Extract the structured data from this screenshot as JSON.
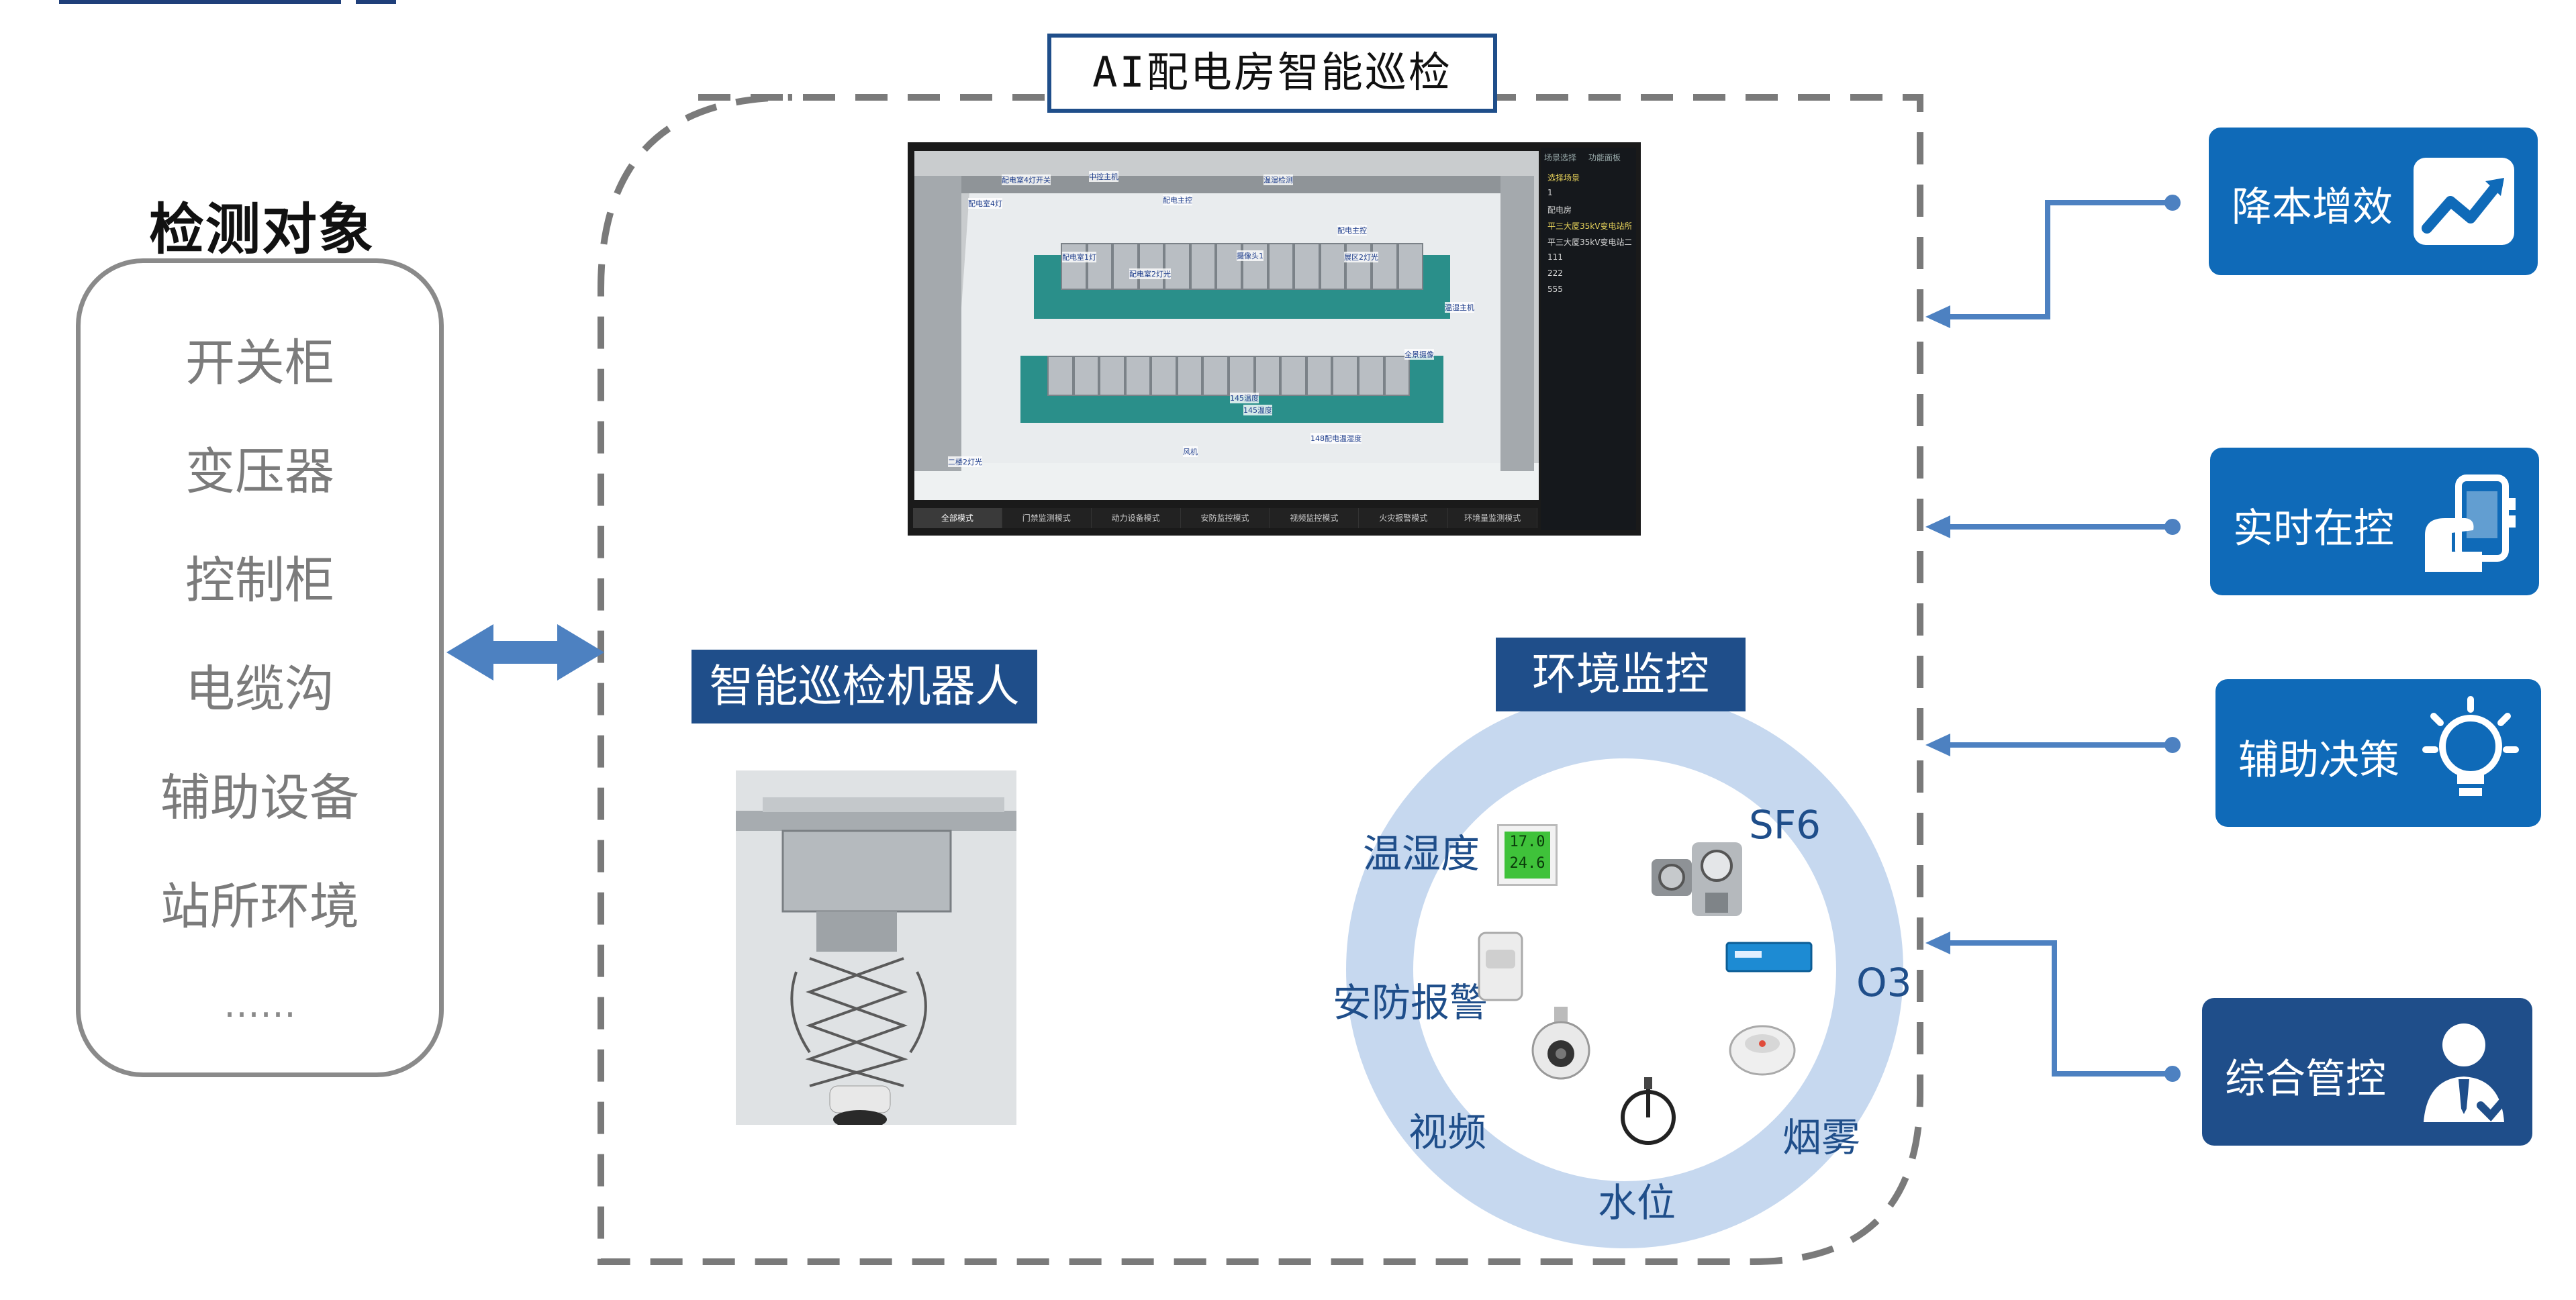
{
  "main_title": "AI配电房智能巡检",
  "detection": {
    "title": "检测对象",
    "items": [
      "开关柜",
      "变压器",
      "控制柜",
      "电缆沟",
      "辅助设备",
      "站所环境"
    ],
    "more": "……"
  },
  "robot": {
    "label": "智能巡检机器人"
  },
  "environment": {
    "label": "环境监控",
    "sensors": {
      "temp_humidity": "温湿度",
      "sf6": "SF6",
      "security_alarm": "安防报警",
      "o3": "O3",
      "video": "视频",
      "smoke": "烟雾",
      "water_level": "水位"
    },
    "thermo_display": {
      "line1": "17.0",
      "line2": "24.6"
    }
  },
  "benefits": [
    {
      "label": "降本增效",
      "icon": "chart-up-icon"
    },
    {
      "label": "实时在控",
      "icon": "phone-hand-icon"
    },
    {
      "label": "辅助决策",
      "icon": "lightbulb-icon"
    },
    {
      "label": "综合管控",
      "icon": "manager-icon"
    }
  ],
  "screen": {
    "side_tabs": [
      "场景选择",
      "功能面板"
    ],
    "side_header": "选择场景",
    "side_items": [
      "1",
      "配电房",
      "平三大厦35kV变电站所",
      "平三大厦35kV变电站二",
      "111",
      "222",
      "555"
    ],
    "bottom_tabs": [
      "全部模式",
      "门禁监测模式",
      "动力设备模式",
      "安防监控模式",
      "视频监控模式",
      "火灾报警模式",
      "环境量监测模式"
    ],
    "floor_labels": [
      "配电室4灯",
      "配电室4灯开关",
      "中控主机",
      "配电主控",
      "温湿检测",
      "配电室1灯",
      "配电室2灯光",
      "摄像头1",
      "展区2灯光",
      "配电主控",
      "145温度",
      "148配电温湿度",
      "145温度",
      "二楼2灯光",
      "全景摄像",
      "温湿主机",
      "风机"
    ]
  },
  "colors": {
    "navy": "#1f4e8a",
    "benefit_blue": "#0f6ab8",
    "ring": "#c6d8ef",
    "arrow": "#4d81c1",
    "dashed_border": "#7a7a7a"
  }
}
